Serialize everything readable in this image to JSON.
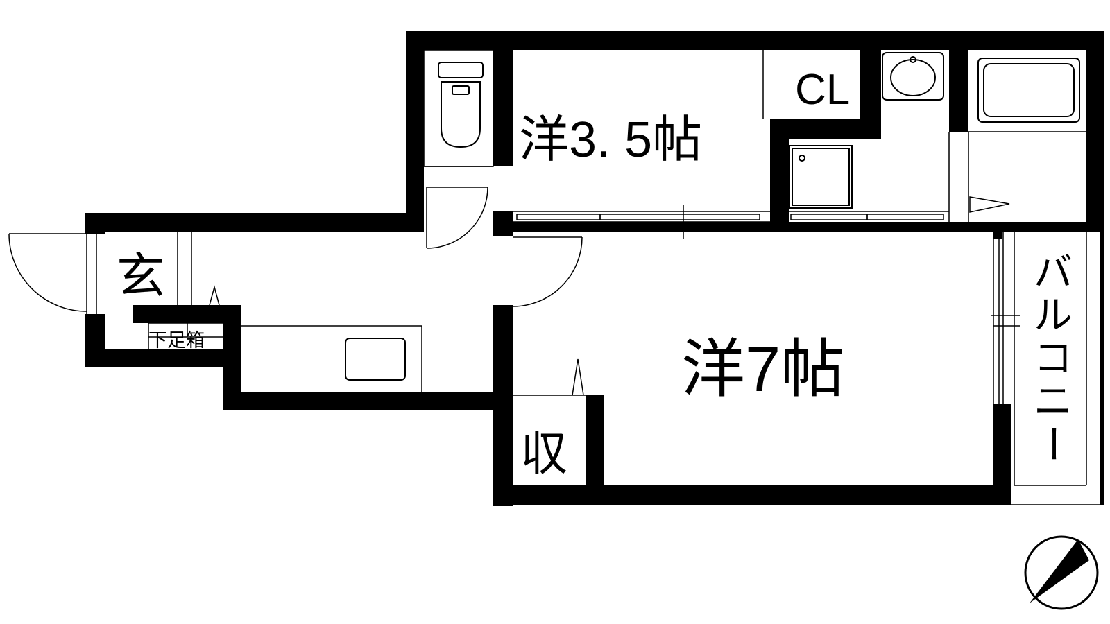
{
  "rooms": {
    "western_small": "洋3. 5帖",
    "western_large": "洋7帖",
    "closet": "CL",
    "entrance": "玄",
    "storage": "収",
    "shoe_box": "下足箱",
    "balcony": [
      "バ",
      "ル",
      "コ",
      "ニ",
      "ー"
    ]
  },
  "colors": {
    "wall": "#000000",
    "line": "#000000",
    "background": "#ffffff"
  },
  "icons": {
    "toilet": "toilet-icon",
    "washbasin": "washbasin-icon",
    "bathtub": "bathtub-icon",
    "washer": "washing-machine-pan-icon",
    "sink": "kitchen-sink-icon",
    "compass": "north-arrow-icon"
  }
}
